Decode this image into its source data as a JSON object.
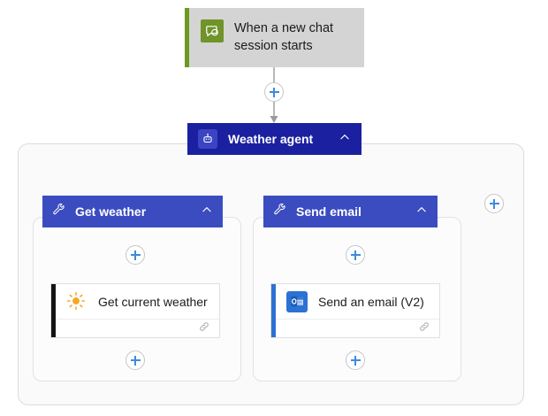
{
  "flow": {
    "trigger": {
      "title": "When a new chat session starts",
      "icon": "chat-bubble-icon",
      "accent_color": "#6c9a1f",
      "background_color": "#d4d4d4"
    },
    "agent": {
      "label": "Weather agent",
      "icon": "robot-icon",
      "collapse_icon": "chevron-up-icon",
      "color": "#1b20a0"
    },
    "tools": [
      {
        "label": "Get weather",
        "icon": "wrench-icon",
        "collapse_icon": "chevron-up-icon",
        "color": "#3b4cc0",
        "action": {
          "title": "Get current weather",
          "icon": "sun-icon",
          "accent_color": "#141414",
          "footer_icon": "link-icon"
        }
      },
      {
        "label": "Send email",
        "icon": "wrench-icon",
        "collapse_icon": "chevron-up-icon",
        "color": "#3b4cc0",
        "action": {
          "title": "Send an email (V2)",
          "icon": "outlook-icon",
          "accent_color": "#2c72d4",
          "footer_icon": "link-icon"
        }
      }
    ],
    "add_buttons": [
      {
        "name": "add-step-after-trigger"
      },
      {
        "name": "add-tool-to-agent"
      },
      {
        "name": "add-step-in-get-weather"
      },
      {
        "name": "add-step-in-send-email"
      },
      {
        "name": "add-step-end-get-weather"
      },
      {
        "name": "add-step-end-send-email"
      }
    ],
    "colors": {
      "accent_blue": "#3d8ae0",
      "agent_navy": "#1b20a0",
      "tool_blue": "#3b4cc0",
      "connector_gray": "#9a9a9a",
      "container_border": "#dcdcdc"
    }
  }
}
